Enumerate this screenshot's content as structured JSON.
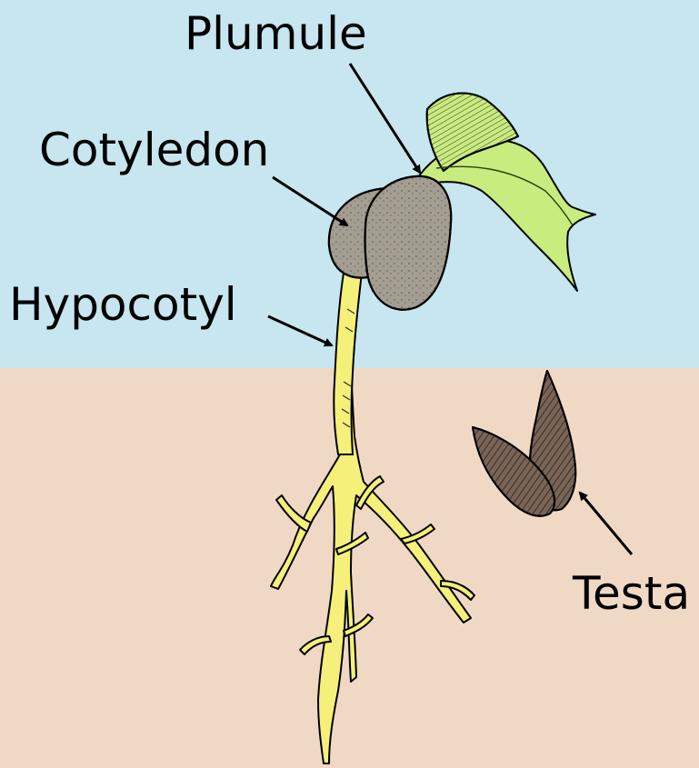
{
  "labels": {
    "plumule": "Plumule",
    "cotyledon": "Cotyledon",
    "hypocotyl": "Hypocotyl",
    "testa": "Testa"
  },
  "colors": {
    "sky": "#c7e6ef",
    "soil": "#f0d9c4",
    "cotyledon": "#a39d92",
    "leaf": "#c9ec7e",
    "root": "#f4f07a",
    "testa": "#7a6455",
    "outline": "#000000"
  }
}
